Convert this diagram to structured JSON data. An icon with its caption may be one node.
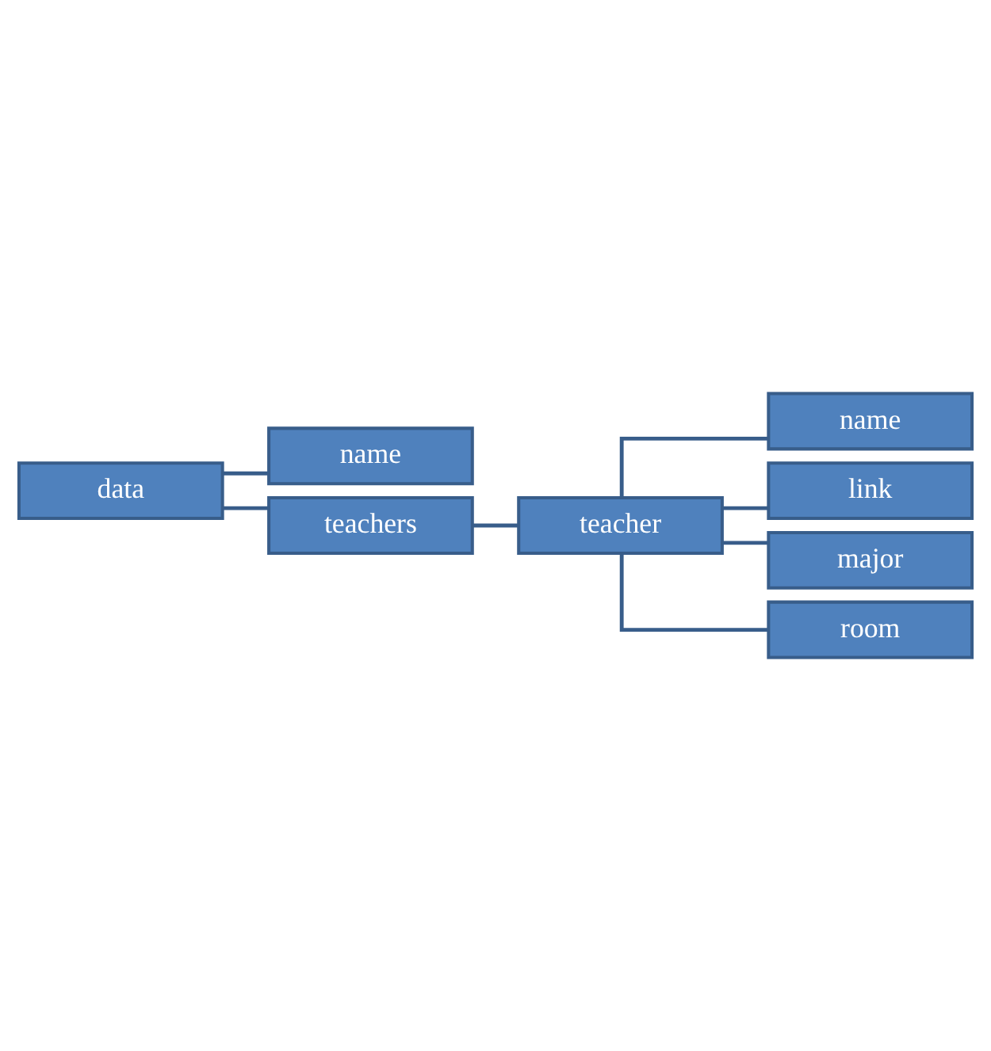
{
  "diagram": {
    "nodes": [
      {
        "text": [
          "data"
        ]
      },
      {
        "text": [
          "name"
        ]
      },
      {
        "text": [
          "teachers"
        ]
      },
      {
        "text": [
          "teacher"
        ]
      },
      {
        "text": [
          "name"
        ]
      },
      {
        "text": [
          "link"
        ]
      },
      {
        "text": [
          "major"
        ]
      },
      {
        "text": [
          "room"
        ]
      }
    ],
    "edges": [
      {
        "from": 0,
        "to": 1,
        "arrow": "none"
      },
      {
        "from": 0,
        "to": 2,
        "arrow": "none"
      },
      {
        "from": 2,
        "to": 3,
        "arrow": "none"
      },
      {
        "from": 3,
        "to": 4,
        "arrow": "none"
      },
      {
        "from": 3,
        "to": 5,
        "arrow": "none"
      },
      {
        "from": 3,
        "to": 6,
        "arrow": "none"
      },
      {
        "from": 3,
        "to": 7,
        "arrow": "none"
      }
    ]
  }
}
